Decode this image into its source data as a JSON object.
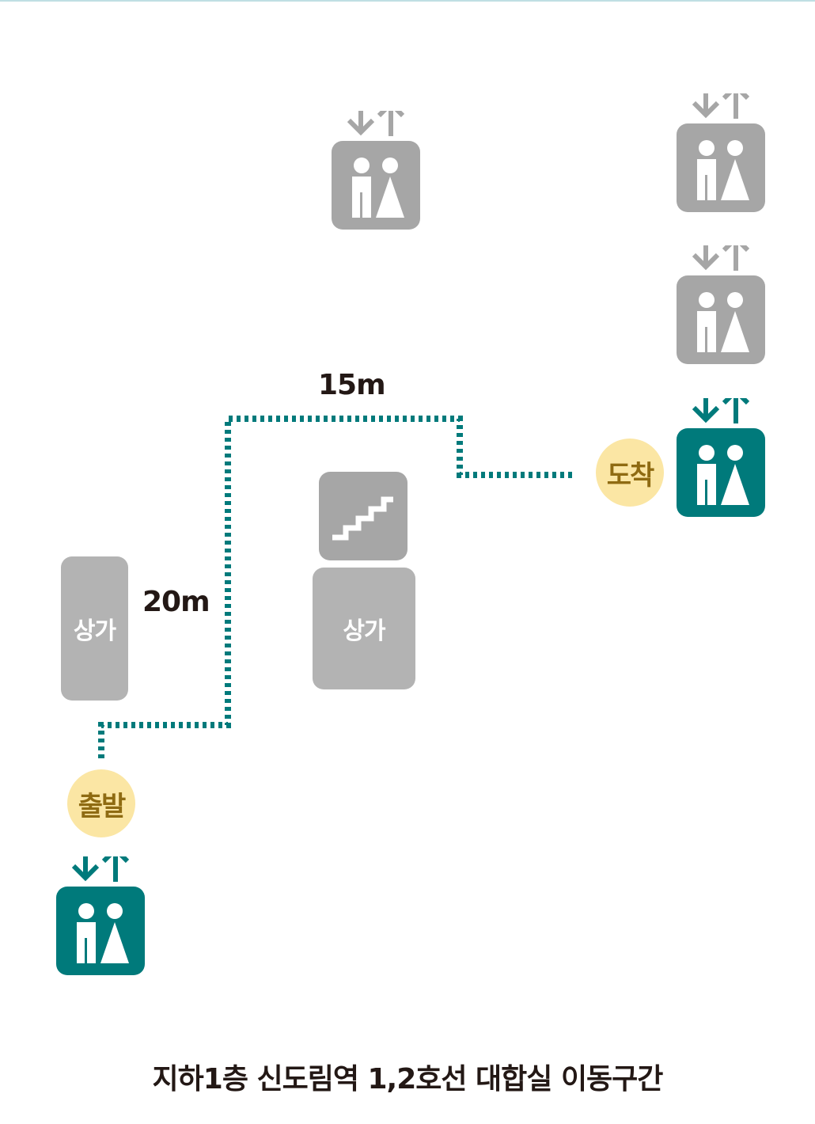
{
  "diagram": {
    "distances": {
      "horizontal": "15m",
      "vertical": "20m"
    },
    "shops": {
      "left_label": "상가",
      "center_label": "상가"
    },
    "badges": {
      "start": "출발",
      "end": "도착"
    },
    "caption": "지하1층 신도림역 1,2호선 대합실 이동구간",
    "icons": {
      "elevator": "elevator-icon",
      "stairs": "stairs-icon"
    },
    "colors": {
      "route": "#007a7b",
      "highlighted_elevator": "#007a7b",
      "inactive_elevator": "#a6a6a6",
      "shop": "#b3b3b3",
      "badge_fill": "#fbe6a4",
      "badge_text": "#8f6b12"
    }
  }
}
